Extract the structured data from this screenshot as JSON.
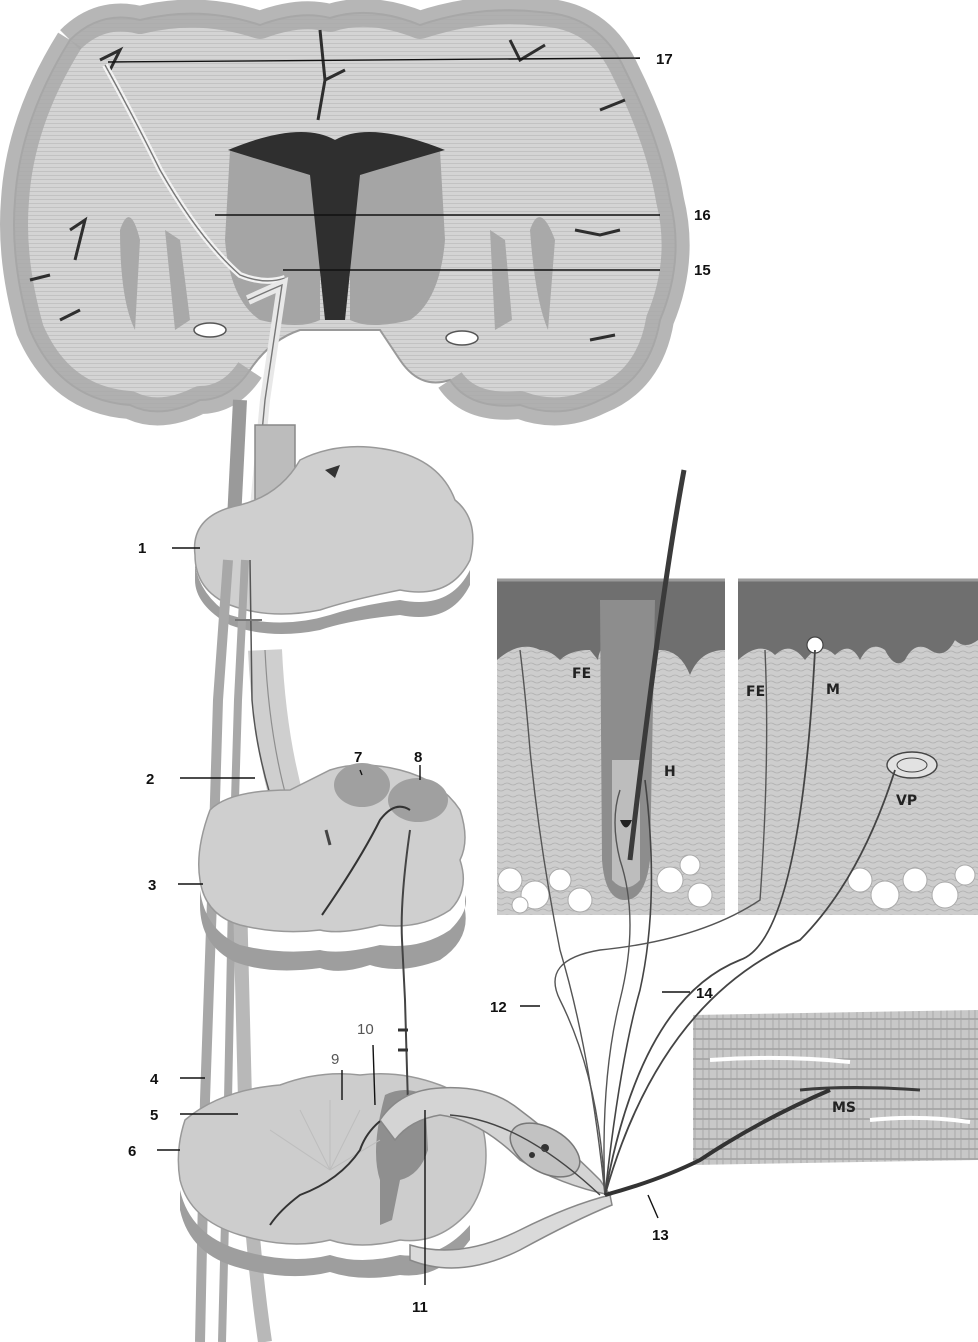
{
  "labels": {
    "n1": "1",
    "n2": "2",
    "n3": "3",
    "n4": "4",
    "n5": "5",
    "n6": "6",
    "n7": "7",
    "n8": "8",
    "n9": "9",
    "n10": "10",
    "n11": "11",
    "n12": "12",
    "n13": "13",
    "n14": "14",
    "n15": "15",
    "n16": "16",
    "n17": "17"
  },
  "histology": {
    "fe_left": "FE",
    "hair": "H",
    "fe_right": "FE",
    "merkel": "M",
    "pacinian": "VP",
    "muscle_spindle": "MS"
  },
  "colors": {
    "gray_matter": "#a9a9a9",
    "white_matter": "#d6d6d6",
    "dark": "#3a3a3a",
    "epidermis": "#6f6f6f",
    "dermis": "#c9c9c9"
  }
}
